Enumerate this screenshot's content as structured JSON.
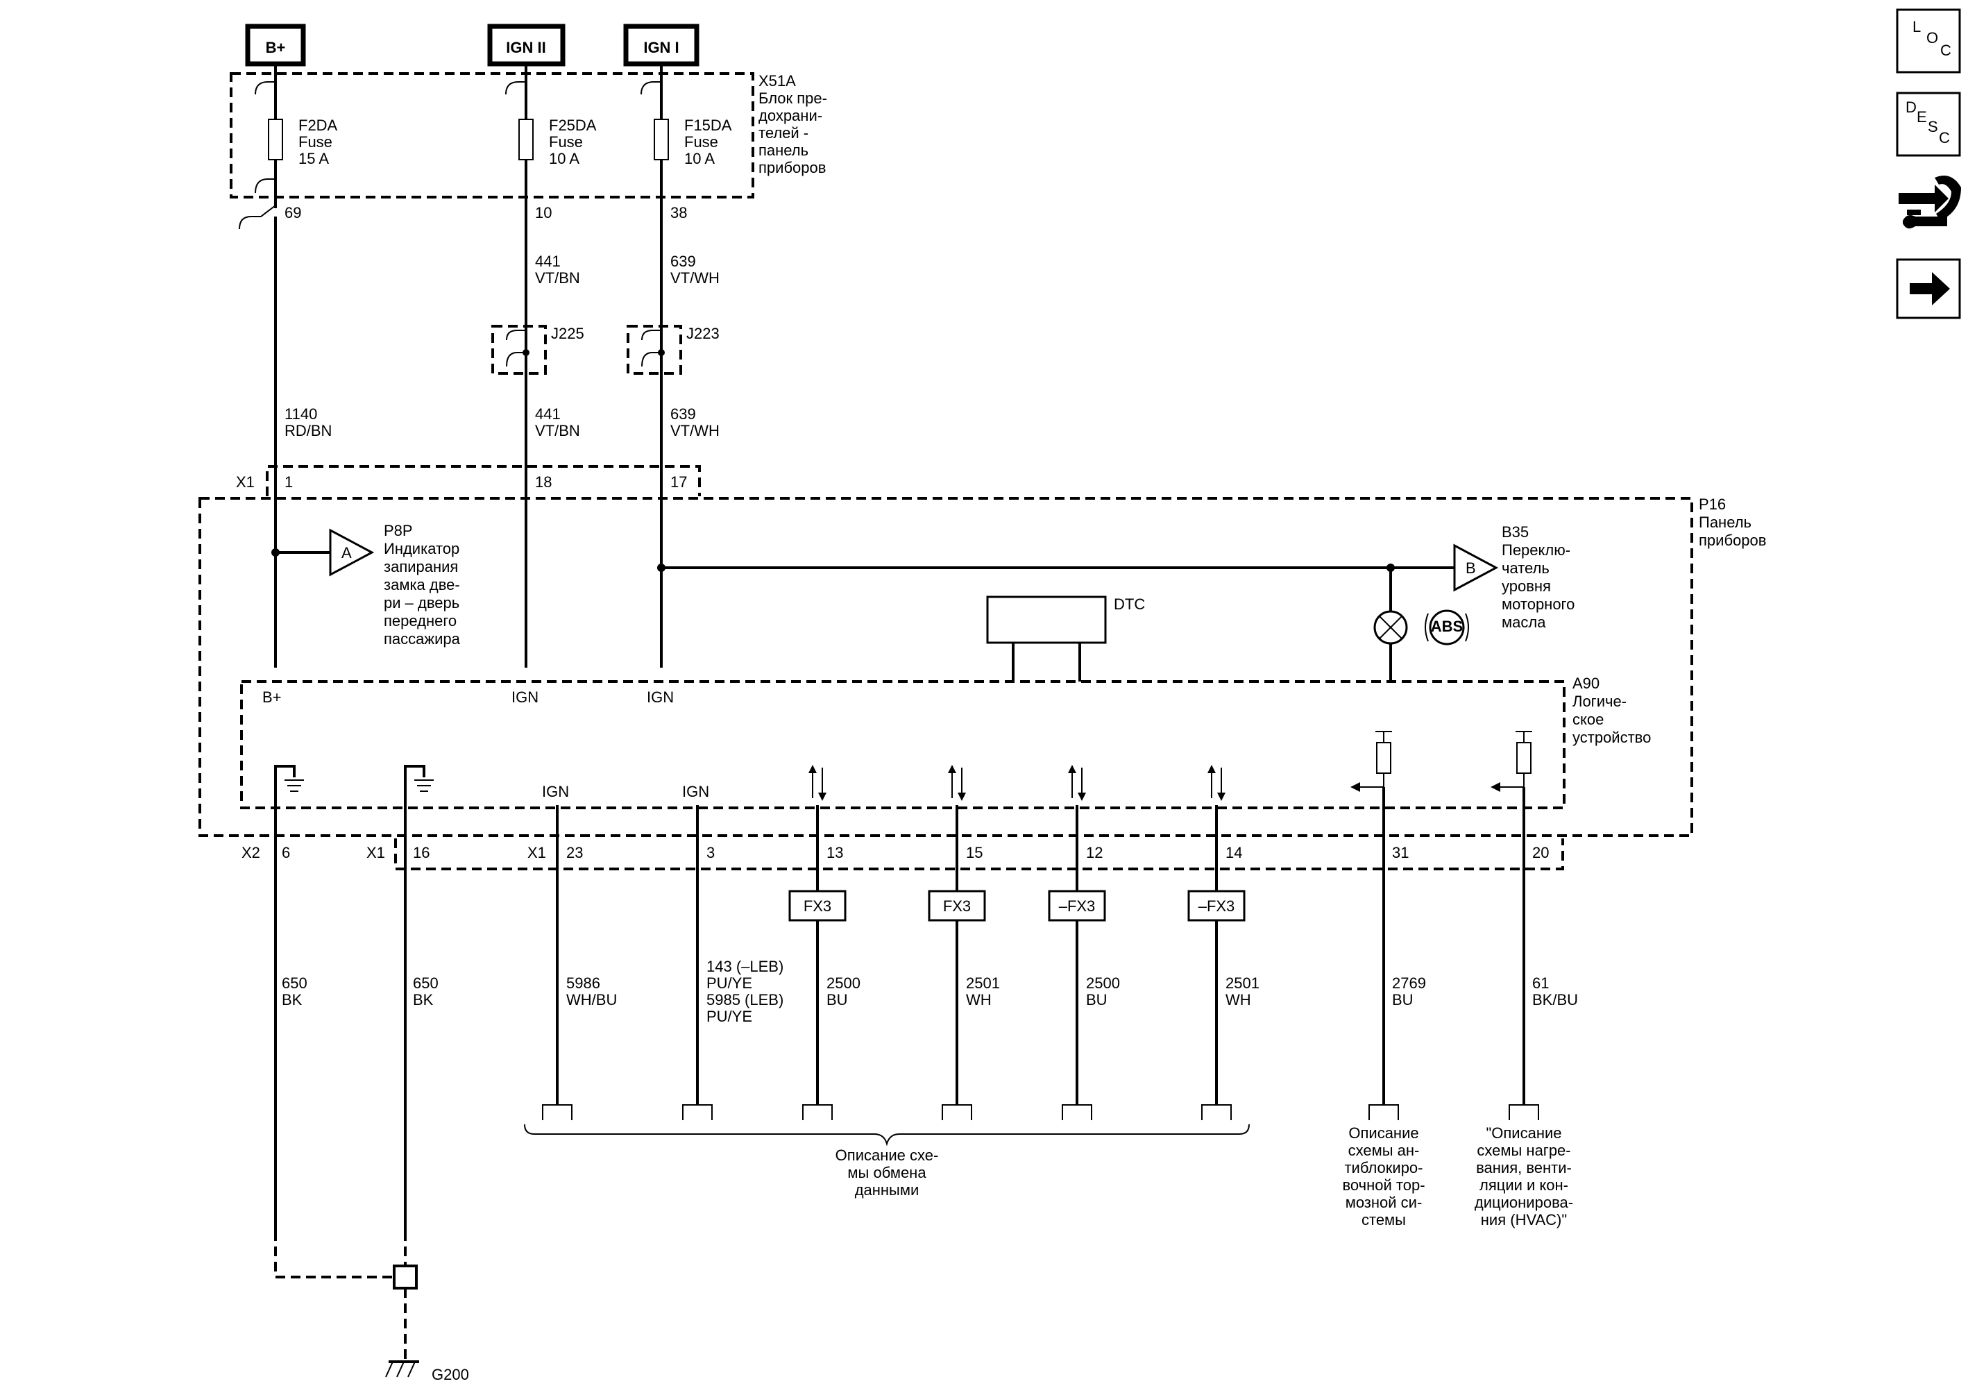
{
  "sources": {
    "bplus": "B+",
    "ign2": "IGN II",
    "ign1": "IGN I"
  },
  "fuse_block": {
    "id": "X51A",
    "desc": [
      "Блок пре-",
      "дохрани-",
      "телей -",
      "панель",
      "приборов"
    ]
  },
  "fuses": [
    {
      "name": "F2DA",
      "type": "Fuse",
      "rating": "15 A",
      "pin": "69"
    },
    {
      "name": "F25DA",
      "type": "Fuse",
      "rating": "10 A",
      "pin": "10"
    },
    {
      "name": "F15DA",
      "type": "Fuse",
      "rating": "10 A",
      "pin": "38"
    }
  ],
  "wires_top": {
    "w441a": {
      "num": "441",
      "color": "VT/BN"
    },
    "w639a": {
      "num": "639",
      "color": "VT/WH"
    },
    "w1140": {
      "num": "1140",
      "color": "RD/BN"
    },
    "w441b": {
      "num": "441",
      "color": "VT/BN"
    },
    "w639b": {
      "num": "639",
      "color": "VT/WH"
    }
  },
  "splices": {
    "j225": "J225",
    "j223": "J223"
  },
  "connector_x1_top": {
    "label": "X1",
    "pins": [
      "1",
      "18",
      "17"
    ]
  },
  "panel": {
    "id": "P16",
    "desc": [
      "Панель",
      "приборов"
    ]
  },
  "indicator_p8p": {
    "id": "P8P",
    "badge": "A",
    "desc": [
      "Индикатор",
      "запирания",
      "замка две-",
      "ри – дверь",
      "переднего",
      "пассажира"
    ]
  },
  "switch_b35": {
    "id": "B35",
    "badge": "B",
    "desc": [
      "Переклю-",
      "чатель",
      "уровня",
      "моторного",
      "масла"
    ]
  },
  "dtc": "DTC",
  "abs": "ABS",
  "logic_unit": {
    "id": "A90",
    "desc": [
      "Логиче-",
      "ское",
      "устройство"
    ],
    "inputs": [
      "B+",
      "IGN",
      "IGN"
    ],
    "ign_labels": [
      "IGN",
      "IGN"
    ]
  },
  "bottom_connectors": {
    "x2": "X2",
    "x1": "X1",
    "x1b": "X1"
  },
  "bottom_pins": [
    "6",
    "16",
    "23",
    "3",
    "13",
    "15",
    "12",
    "14",
    "31",
    "20"
  ],
  "data_boxes": [
    "FX3",
    "FX3",
    "–FX3",
    "–FX3"
  ],
  "bottom_wires": [
    {
      "lines": [
        "650",
        "BK"
      ]
    },
    {
      "lines": [
        "650",
        "BK"
      ]
    },
    {
      "lines": [
        "5986",
        "WH/BU"
      ]
    },
    {
      "lines": [
        "143 (–LEB)",
        "PU/YE",
        "5985 (LEB)",
        "PU/YE"
      ]
    },
    {
      "lines": [
        "2500",
        "BU"
      ]
    },
    {
      "lines": [
        "2501",
        "WH"
      ]
    },
    {
      "lines": [
        "2500",
        "BU"
      ]
    },
    {
      "lines": [
        "2501",
        "WH"
      ]
    },
    {
      "lines": [
        "2769",
        "BU"
      ]
    },
    {
      "lines": [
        "61",
        "BK/BU"
      ]
    }
  ],
  "refs": {
    "data_comm": [
      "Описание схе-",
      "мы обмена",
      "данными"
    ],
    "abs_desc": [
      "Описание",
      "схемы ан-",
      "тиблокиро-",
      "вочной тор-",
      "мозной си-",
      "стемы"
    ],
    "hvac_desc": [
      "\"Описание",
      "схемы нагре-",
      "вания, венти-",
      "ляции и кон-",
      "диционирова-",
      "ния (HVAC)\""
    ]
  },
  "ground": "G200",
  "nav_icons": [
    {
      "name": "loc-icon",
      "letters": [
        "L",
        "O",
        "C"
      ]
    },
    {
      "name": "desc-icon",
      "letters": [
        "D",
        "E",
        "S",
        "C"
      ]
    },
    {
      "name": "connector-tool-icon"
    },
    {
      "name": "next-arrow-icon"
    }
  ]
}
